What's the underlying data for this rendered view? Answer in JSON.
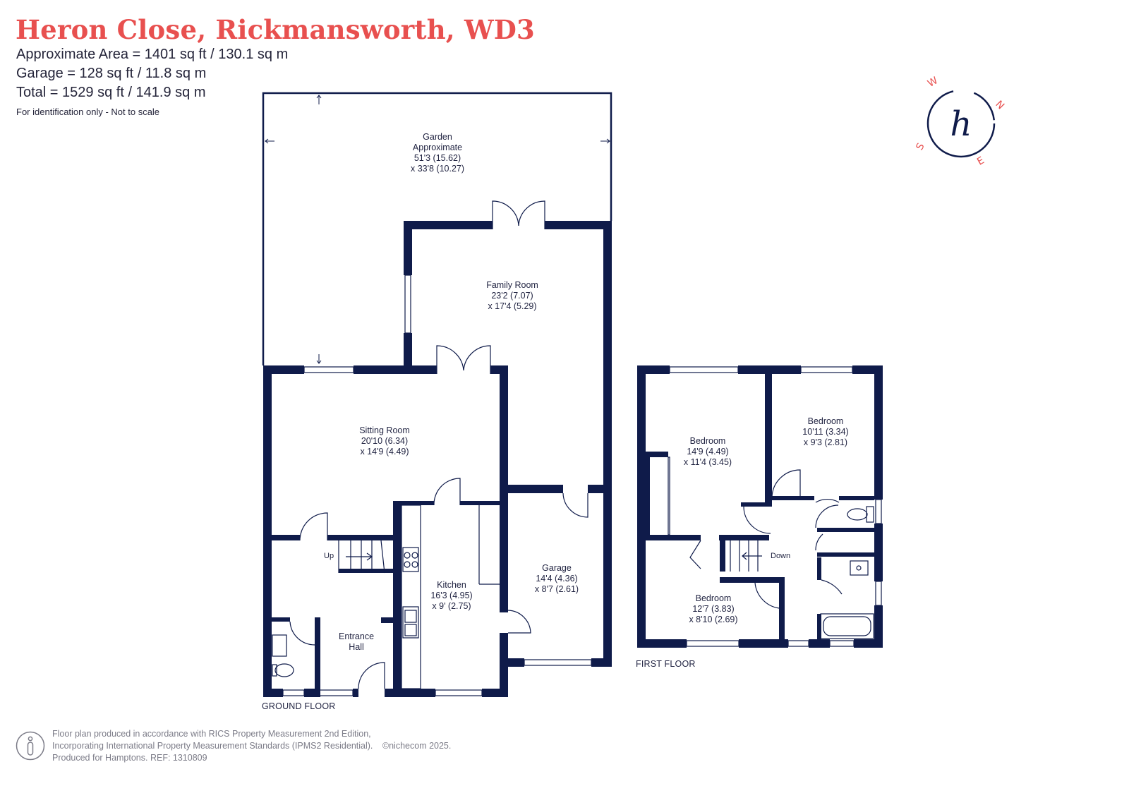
{
  "header": {
    "title": "Heron Close, Rickmansworth, WD3",
    "areas": [
      "Approximate Area = 1401 sq ft / 130.1 sq m",
      "Garage = 128 sq ft / 11.8 sq m",
      "Total = 1529 sq ft / 141.9 sq m"
    ],
    "note": "For identification only - Not to scale"
  },
  "colors": {
    "wall": "#0f1b4a",
    "accent": "#e8504f",
    "text": "#1f2240"
  },
  "ground_floor": {
    "label": "GROUND FLOOR",
    "rooms": {
      "garden": [
        "Garden",
        "Approximate",
        "51'3 (15.62)",
        "x 33'8 (10.27)"
      ],
      "family_room": [
        "Family Room",
        "23'2 (7.07)",
        "x 17'4 (5.29)"
      ],
      "sitting_room": [
        "Sitting Room",
        "20'10 (6.34)",
        "x 14'9 (4.49)"
      ],
      "kitchen": [
        "Kitchen",
        "16'3 (4.95)",
        "x 9' (2.75)"
      ],
      "garage": [
        "Garage",
        "14'4 (4.36)",
        "x 8'7 (2.61)"
      ],
      "entrance_hall": [
        "Entrance",
        "Hall"
      ]
    },
    "stairs_label": "Up"
  },
  "first_floor": {
    "label": "FIRST FLOOR",
    "rooms": {
      "bedroom_1": [
        "Bedroom",
        "14'9 (4.49)",
        "x 11'4 (3.45)"
      ],
      "bedroom_2": [
        "Bedroom",
        "10'11 (3.34)",
        "x 9'3 (2.81)"
      ],
      "bedroom_3": [
        "Bedroom",
        "12'7 (3.83)",
        "x 8'10 (2.69)"
      ]
    },
    "stairs_label": "Down"
  },
  "compass": {
    "n": "N",
    "e": "E",
    "s": "S",
    "w": "W",
    "logo": "h"
  },
  "footer": {
    "lines": [
      "Floor plan produced in accordance with RICS Property Measurement 2nd Edition,",
      "Incorporating International Property Measurement Standards (IPMS2 Residential).",
      "Produced for Hamptons.  REF: 1310809"
    ],
    "copyright": "©nichecom 2025."
  }
}
